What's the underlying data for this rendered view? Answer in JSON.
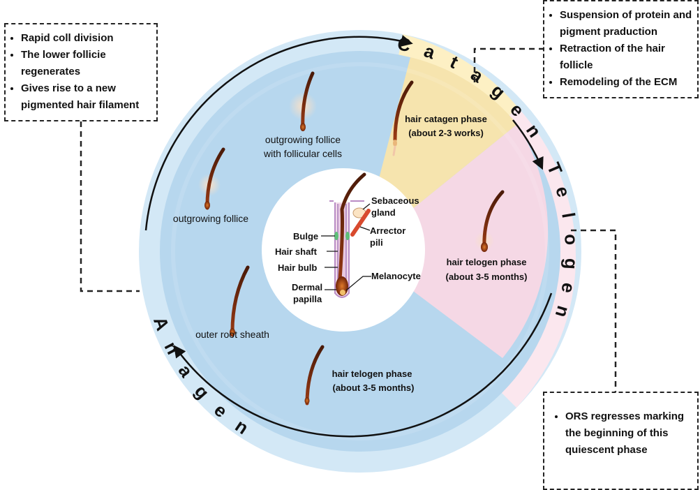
{
  "phases": {
    "anagen": "Anagen",
    "catagen": "Catagen",
    "telogen": "Telogen"
  },
  "boxes": {
    "anagen": [
      "Rapid coll division",
      "The lower follicie regenerates",
      "Gives rise to a new pigmented hair filament"
    ],
    "catagen": [
      "Suspension of protein and pigment praduction",
      "Retraction of the hair follicle",
      "Remodeling of the ECM"
    ],
    "telogen": [
      "ORS regresses marking the beginning of this quiescent phase"
    ]
  },
  "labels": {
    "outgrowing_follice_cells_1": "outgrowing follice",
    "outgrowing_follice_cells_2": "with follicular cells",
    "outgrowing_follice": "outgrowing follice",
    "outer_root_sheath": "outer root sheath",
    "bottom_phase_1": "hair telogen phase",
    "bottom_phase_2": "(about 3-5 months)",
    "catagen_phase_1": "hair catagen phase",
    "catagen_phase_2": "(about 2-3 works)",
    "telogen_phase_1": "hair telogen phase",
    "telogen_phase_2": "(about 3-5 months)"
  },
  "center": {
    "sebaceous_1": "Sebaceous",
    "sebaceous_2": "gland",
    "arrector_1": "Arrector",
    "arrector_2": "pili",
    "bulge": "Bulge",
    "hair_shaft": "Hair shaft",
    "hair_bulb": "Hair bulb",
    "melanocyte": "Melanocyte",
    "dermal_1": "Dermal",
    "dermal_2": "papilla"
  },
  "colors": {
    "outer_ring": "#d3e8f6",
    "anagen_sector": "#b7d7ee",
    "catagen_sector": "#f6e4ae",
    "telogen_sector": "#f5d8e5",
    "telogen_ring": "#fbe7ee",
    "catagen_ring": "#fdf0c4",
    "hair": "#7a2a10"
  }
}
